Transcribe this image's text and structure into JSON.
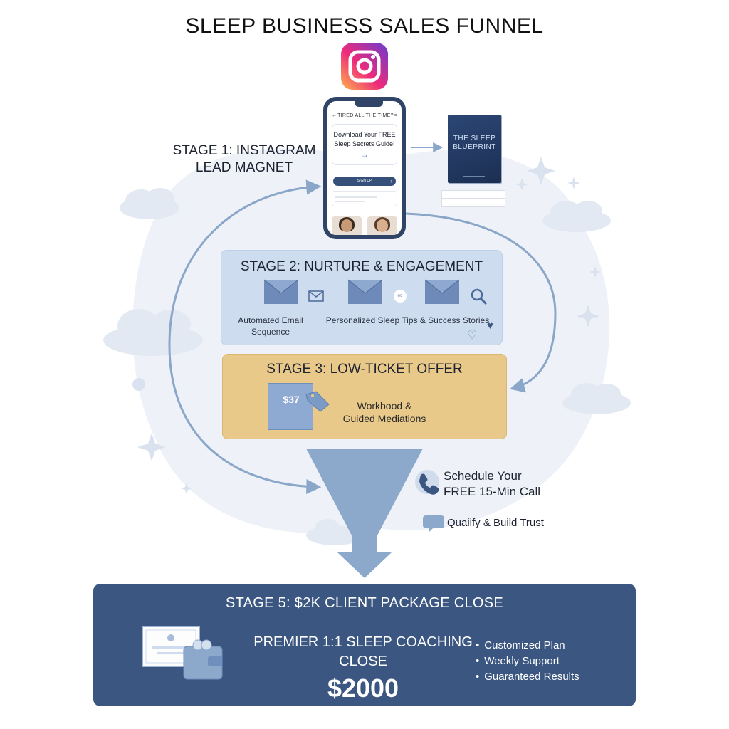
{
  "title": "SLEEP BUSINESS SALES FUNNEL",
  "colors": {
    "accent_blue": "#3b5781",
    "light_blue": "#cddcee",
    "gold": "#e8c98a",
    "funnel": "#8ca9cc",
    "arrow": "#8aa6c8"
  },
  "icons": {
    "platform": "instagram-icon",
    "call": "phone-icon",
    "chat": "chat-bubble-icon",
    "search": "magnifier-icon",
    "heart": "heart-icon"
  },
  "stage1": {
    "label": "STAGE 1: INSTAGRAM\nLEAD MAGNET",
    "phone": {
      "header": "TIRED ALL THE TIME?",
      "card_text": "Download Your FREE Sleep Secrets Guide!",
      "button": "SIGN UP"
    },
    "book_title": "THE SLEEP BLUEPRINT"
  },
  "stage2": {
    "title": "STAGE 2: NURTURE & ENGAGEMENT",
    "caption_left": "Automated Email\nSequence",
    "caption_right": "Personalized Sleep Tips & Success Stories"
  },
  "stage3": {
    "title": "STAGE 3: LOW-TICKET OFFER",
    "price": "$37",
    "product_desc": "Workbood &\nGuided Mediations"
  },
  "stage4": {
    "call_text": "Schedule Your\nFREE 15-Min Call",
    "trust_text": "Quaiify & Build Trust"
  },
  "stage5": {
    "title": "STAGE 5: $2K CLIENT PACKAGE CLOSE",
    "package_name": "PREMIER 1:1 SLEEP COACHING CLOSE",
    "price": "$2000",
    "benefits": [
      "Customized Plan",
      "Weekly Support",
      "Guaranteed Results"
    ]
  }
}
